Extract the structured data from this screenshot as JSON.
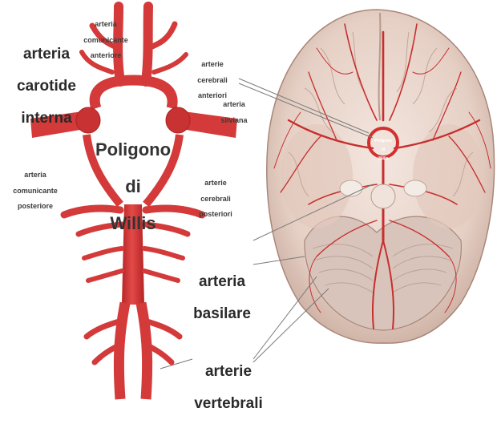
{
  "labels": {
    "carotid": [
      "arteria",
      "carotide",
      "interna"
    ],
    "comm_anterior": [
      "arteria",
      "comunicante",
      "anteriore"
    ],
    "cerebral_anterior": [
      "arterie",
      "cerebrali",
      "anteriori"
    ],
    "silviana": [
      "arteria",
      "silviana"
    ],
    "polygon": [
      "Poligono",
      "di",
      "Willis"
    ],
    "comm_posterior": [
      "arteria",
      "comunicante",
      "posteriore"
    ],
    "cerebral_posterior": [
      "arterie",
      "cerebrali",
      "posteriori"
    ],
    "basilar": [
      "arteria",
      "basilare"
    ],
    "vertebral": [
      "arterie",
      "vertebrali"
    ],
    "brain_inset": [
      "Poligono",
      "di",
      "Willis"
    ]
  },
  "colors": {
    "artery": "#d93a3a",
    "artery_dark": "#a81e1e",
    "brain_tissue": "#ead8cf",
    "brain_shadow": "#cbb2a6",
    "leader_line": "#7a7a7a"
  }
}
